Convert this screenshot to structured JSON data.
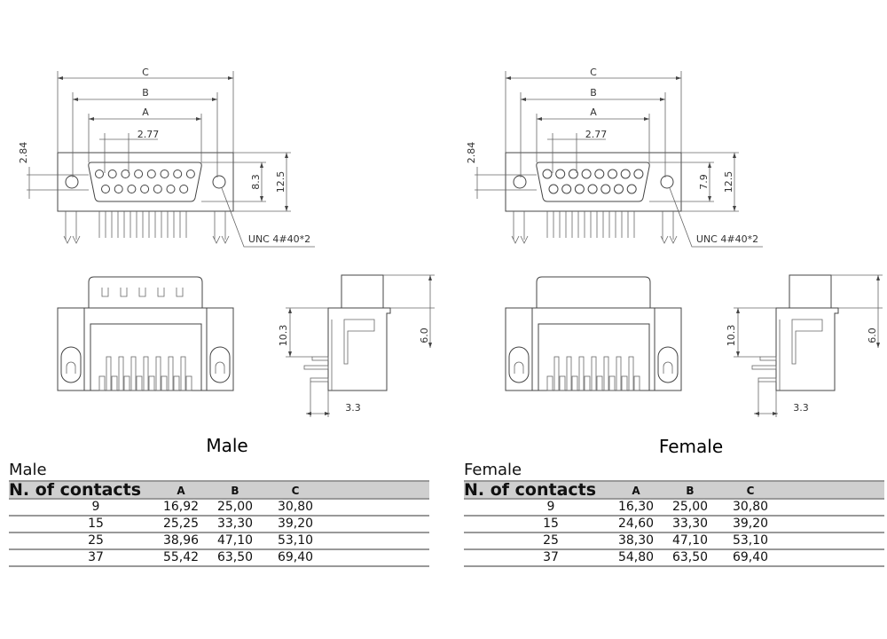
{
  "panels": [
    {
      "id": "male",
      "title": "Male",
      "dims": {
        "c": "C",
        "b": "B",
        "a": "A",
        "pitch": "2.77",
        "row_offset": "2.84",
        "shell_height": "8.3",
        "body_height": "12.5",
        "thread": "UNC 4#40*2",
        "side_height": "10.3",
        "top_height": "6.0",
        "pin_offset": "3.3"
      }
    },
    {
      "id": "female",
      "title": "Female",
      "dims": {
        "c": "C",
        "b": "B",
        "a": "A",
        "pitch": "2.77",
        "row_offset": "2.84",
        "shell_height": "7.9",
        "body_height": "12.5",
        "thread": "UNC 4#40*2",
        "side_height": "10.3",
        "top_height": "6.0",
        "pin_offset": "3.3"
      }
    }
  ],
  "tables": [
    {
      "caption": "Male",
      "headers": [
        "N. of contacts",
        "A",
        "B",
        "C"
      ],
      "rows": [
        [
          "9",
          "16,92",
          "25,00",
          "30,80"
        ],
        [
          "15",
          "25,25",
          "33,30",
          "39,20"
        ],
        [
          "25",
          "38,96",
          "47,10",
          "53,10"
        ],
        [
          "37",
          "55,42",
          "63,50",
          "69,40"
        ]
      ]
    },
    {
      "caption": "Female",
      "headers": [
        "N. of contacts",
        "A",
        "B",
        "C"
      ],
      "rows": [
        [
          "9",
          "16,30",
          "25,00",
          "30,80"
        ],
        [
          "15",
          "24,60",
          "33,30",
          "39,20"
        ],
        [
          "25",
          "38,30",
          "47,10",
          "53,10"
        ],
        [
          "37",
          "54,80",
          "63,50",
          "69,40"
        ]
      ]
    }
  ]
}
